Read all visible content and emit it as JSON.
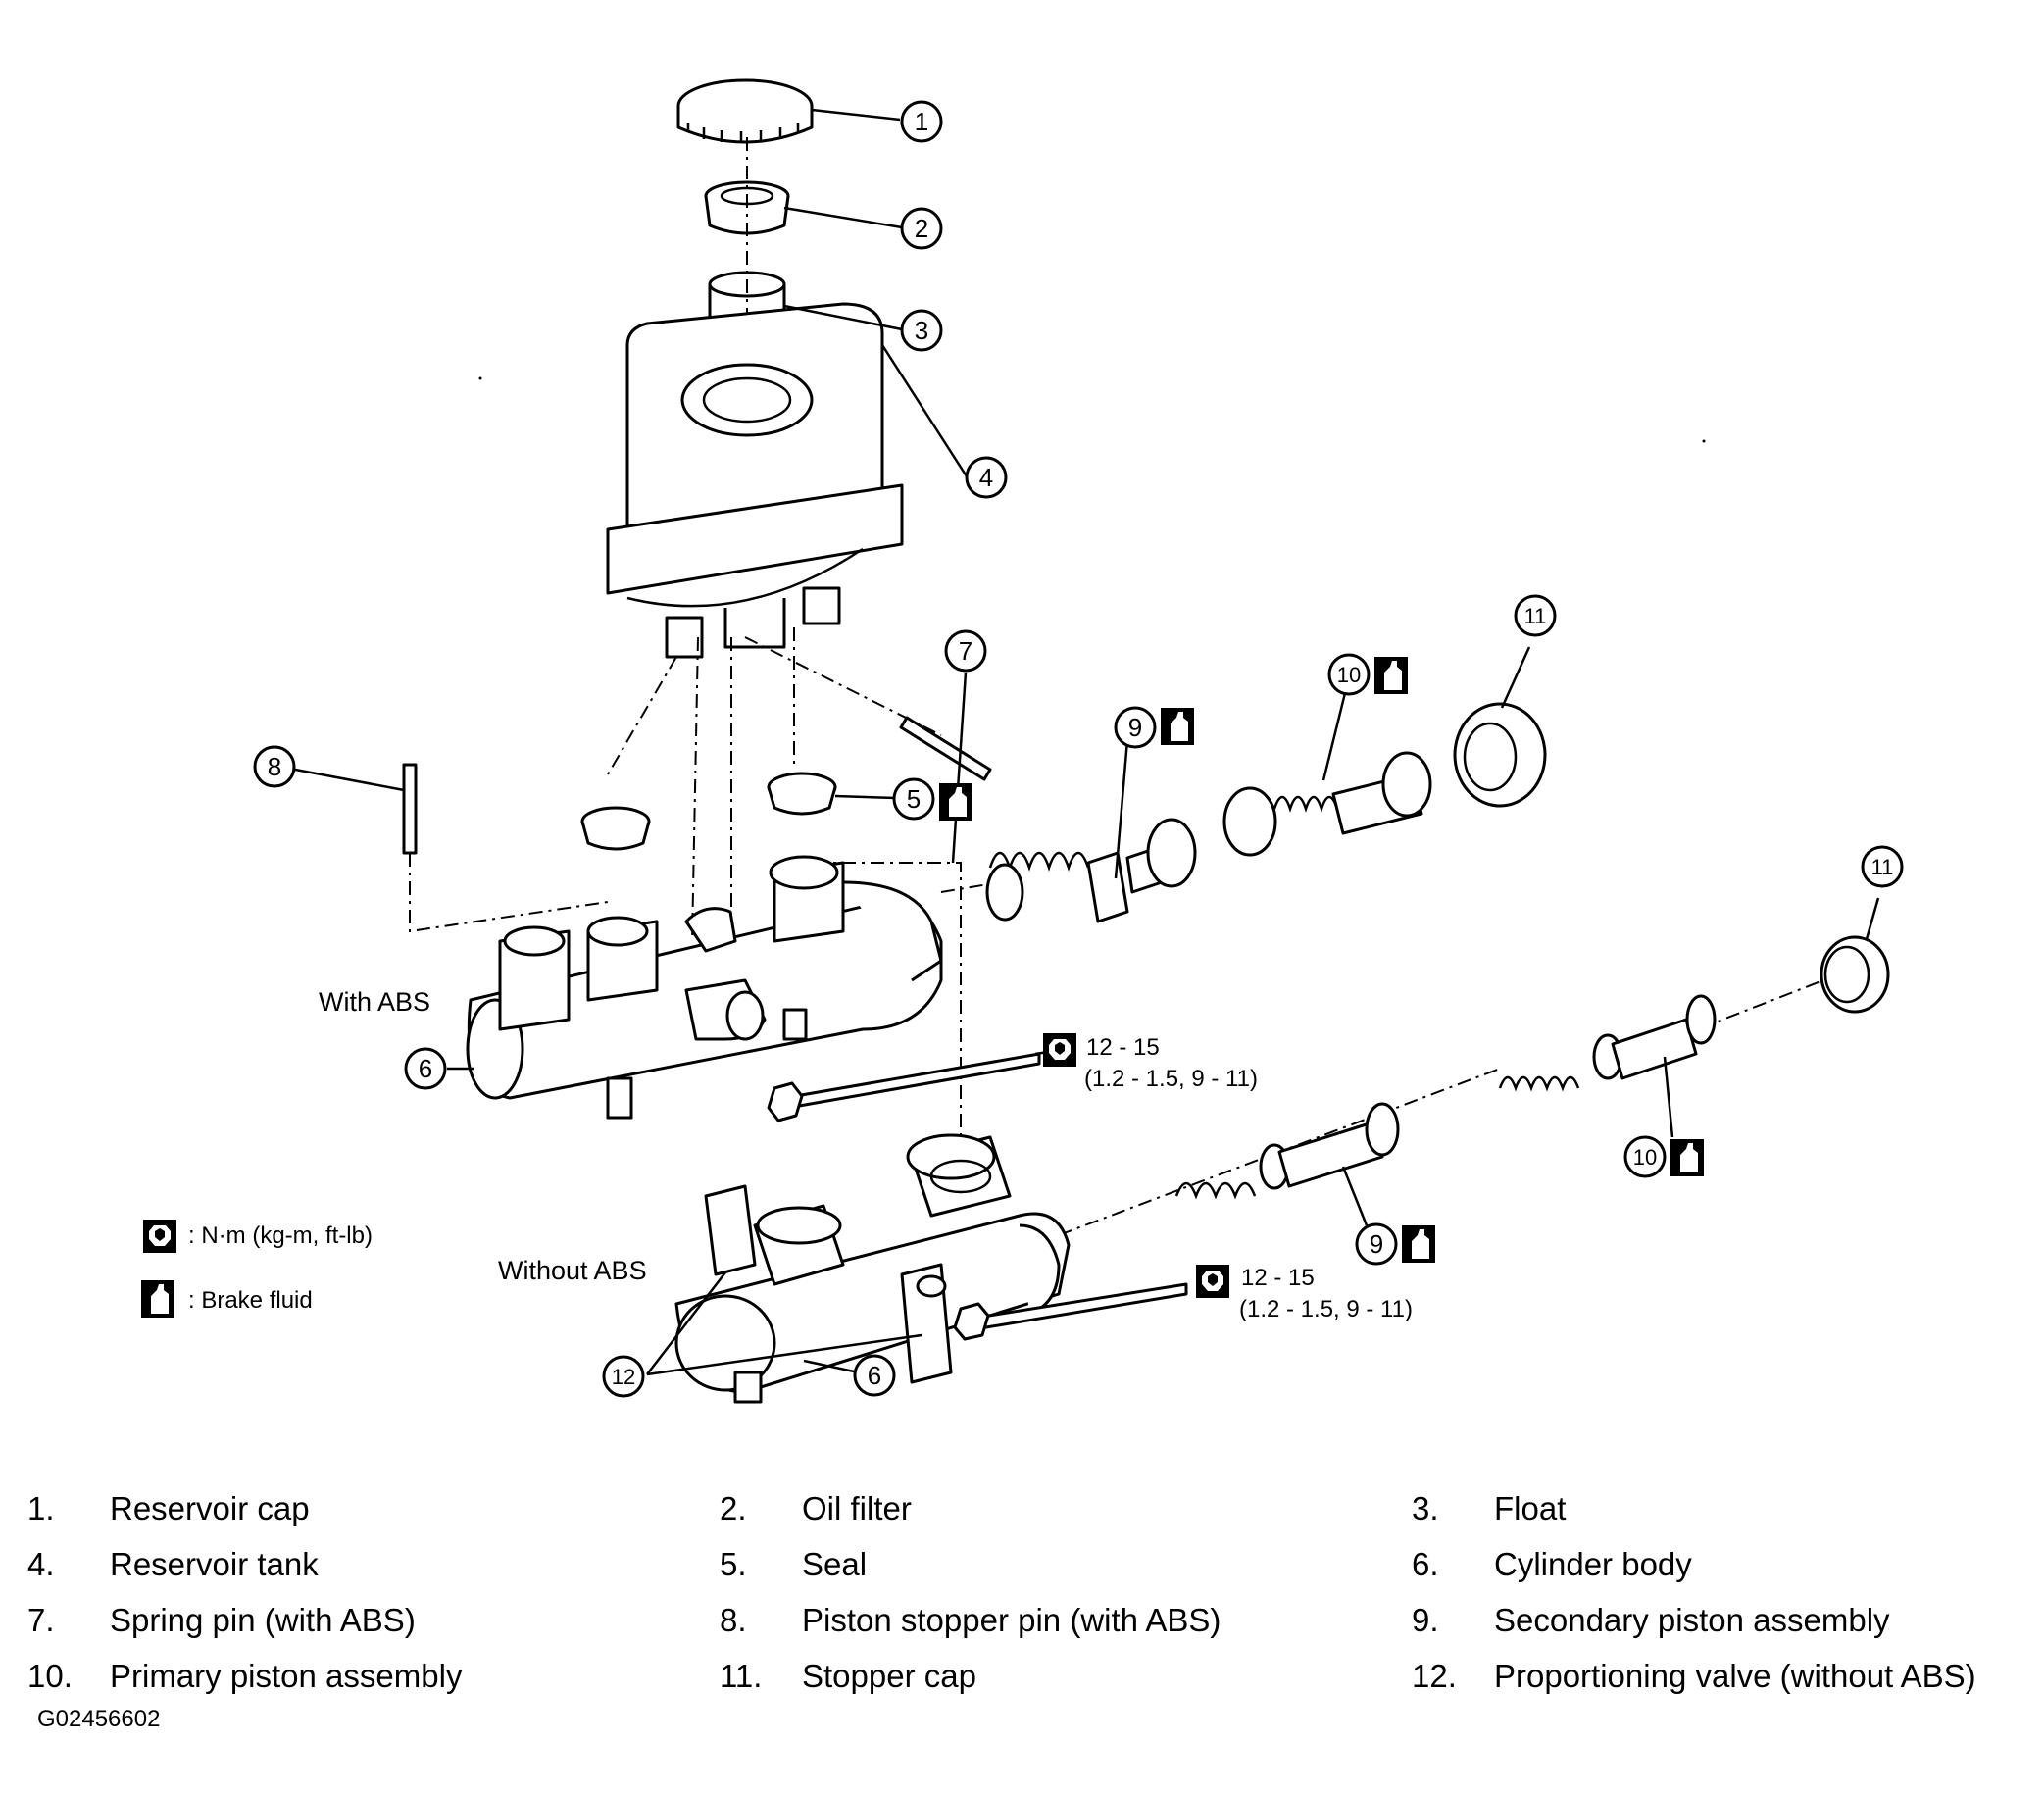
{
  "callouts": {
    "c1": "1",
    "c2": "2",
    "c3": "3",
    "c4": "4",
    "c5": "5",
    "c6": "6",
    "c7": "7",
    "c8": "8",
    "c9": "9",
    "c10": "10",
    "c11": "11",
    "c12": "12"
  },
  "labels": {
    "with_abs": "With ABS",
    "without_abs": "Without ABS",
    "torque_value": "12 - 15",
    "torque_sub": "(1.2 - 1.5, 9 - 11)"
  },
  "symbol_legend": {
    "torque": ": N·m (kg-m, ft-lb)",
    "brake_fluid": ": Brake fluid"
  },
  "parts_legend": [
    {
      "num": "1.",
      "name": "Reservoir cap"
    },
    {
      "num": "2.",
      "name": "Oil filter"
    },
    {
      "num": "3.",
      "name": "Float"
    },
    {
      "num": "4.",
      "name": "Reservoir tank"
    },
    {
      "num": "5.",
      "name": "Seal"
    },
    {
      "num": "6.",
      "name": "Cylinder body"
    },
    {
      "num": "7.",
      "name": "Spring pin (with ABS)"
    },
    {
      "num": "8.",
      "name": "Piston stopper pin (with ABS)"
    },
    {
      "num": "9.",
      "name": "Secondary piston assembly"
    },
    {
      "num": "10.",
      "name": "Primary piston assembly"
    },
    {
      "num": "11.",
      "name": "Stopper cap"
    },
    {
      "num": "12.",
      "name": "Proportioning valve (without ABS)"
    }
  ],
  "figure_id": "G02456602",
  "icons": {
    "torque": "torque-wrench-icon",
    "brake_fluid": "brake-fluid-icon"
  }
}
